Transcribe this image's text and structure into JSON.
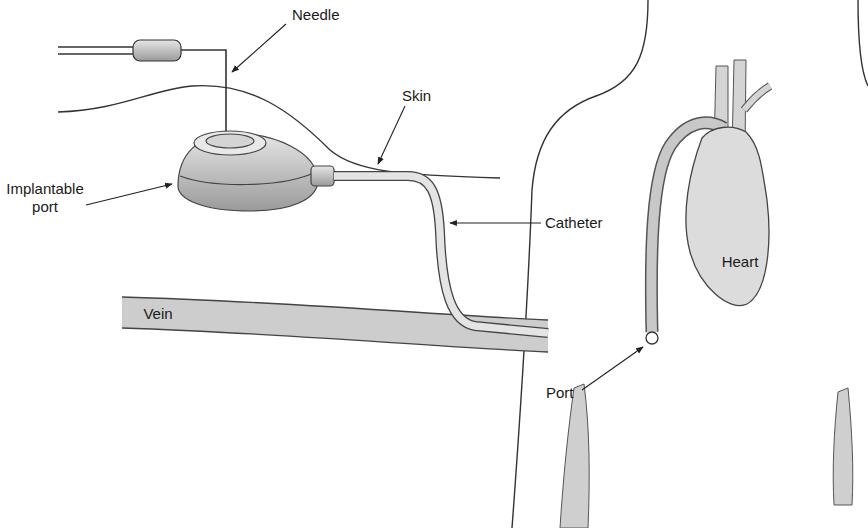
{
  "diagram": {
    "nodes": [
      {
        "text": [
          "Vein"
        ]
      },
      {
        "text": [
          "Heart"
        ]
      }
    ],
    "labels": [
      "Needle",
      "Skin",
      "Implantable port",
      "Catheter",
      "Port"
    ]
  }
}
